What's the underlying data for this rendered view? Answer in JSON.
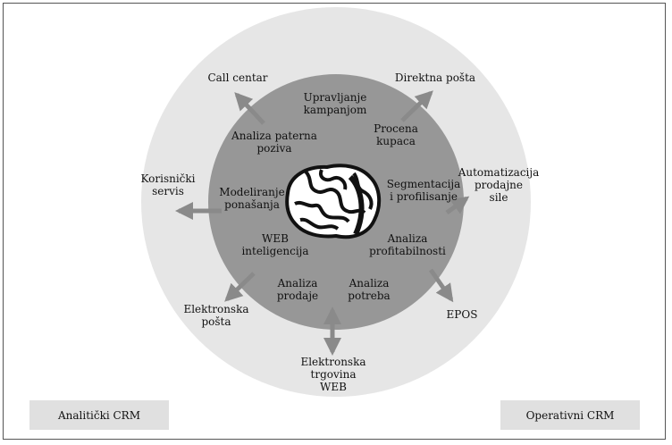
{
  "inner_items": [
    {
      "id": "upravljanje-kampanjom",
      "lines": [
        "Upravljanje",
        "kampanjom"
      ]
    },
    {
      "id": "procena-kupaca",
      "lines": [
        "Procena",
        "kupaca"
      ]
    },
    {
      "id": "analiza-paterna-poziva",
      "lines": [
        "Analiza paterna",
        "poziva"
      ]
    },
    {
      "id": "segmentacija-profilisanje",
      "lines": [
        "Segmentacija",
        "i profilisanje"
      ]
    },
    {
      "id": "modeliranje-ponasanja",
      "lines": [
        "Modeliranje",
        "ponašanja"
      ]
    },
    {
      "id": "analiza-profitabilnosti",
      "lines": [
        "Analiza",
        "profitabilnosti"
      ]
    },
    {
      "id": "web-inteligencija",
      "lines": [
        "WEB",
        "inteligencija"
      ]
    },
    {
      "id": "analiza-prodaje",
      "lines": [
        "Analiza",
        "prodaje"
      ]
    },
    {
      "id": "analiza-potreba",
      "lines": [
        "Analiza",
        "potreba"
      ]
    }
  ],
  "outer_items": [
    {
      "id": "call-centar",
      "lines": [
        "Call centar"
      ]
    },
    {
      "id": "direktna-posta",
      "lines": [
        "Direktna pošta"
      ]
    },
    {
      "id": "korisnicki-servis",
      "lines": [
        "Korisnički",
        "servis"
      ]
    },
    {
      "id": "automatizacija-prodajne-sile",
      "lines": [
        "Automatizacija",
        "prodajne",
        "sile"
      ]
    },
    {
      "id": "epos",
      "lines": [
        "EPOS"
      ]
    },
    {
      "id": "elektronska-posta",
      "lines": [
        "Elektronska",
        "pošta"
      ]
    },
    {
      "id": "elektronska-trgovina-web",
      "lines": [
        "Elektronska",
        "trgovina",
        "WEB"
      ]
    }
  ],
  "legend": {
    "analytic": "Analitički CRM",
    "operative": "Operativni CRM"
  },
  "colors": {
    "outer_ring": "#e6e6e6",
    "inner_circle": "#979797",
    "arrow": "#8a8a8a"
  }
}
